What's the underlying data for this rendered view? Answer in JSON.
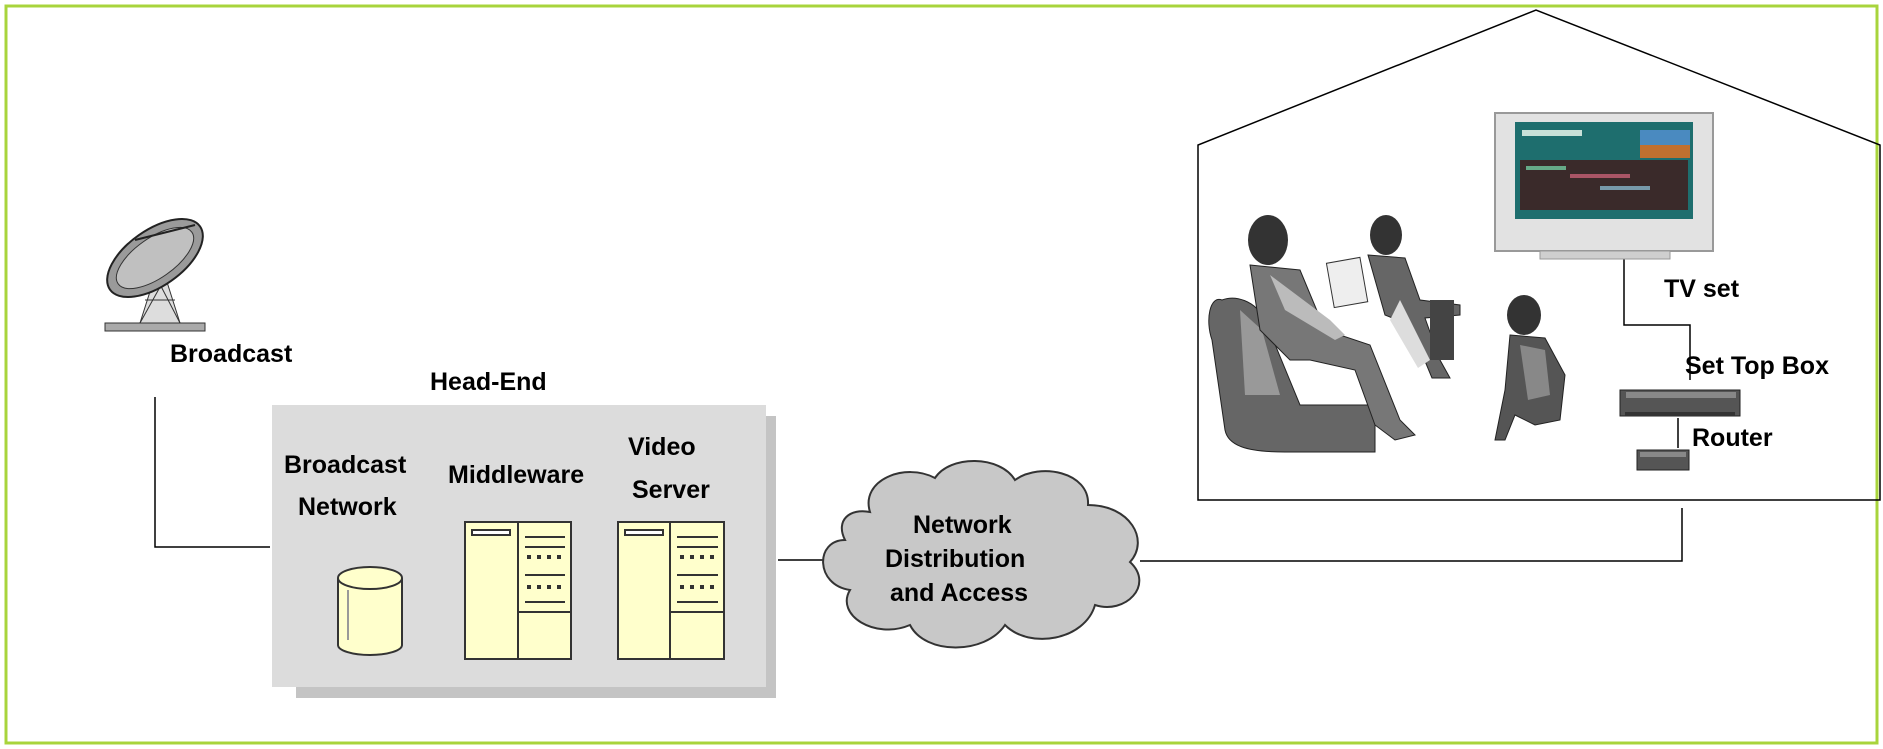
{
  "labels": {
    "broadcast": "Broadcast",
    "head_end": "Head-End",
    "broadcast_network_line1": "Broadcast",
    "broadcast_network_line2": "Network",
    "middleware": "Middleware",
    "video_server_line1": "Video",
    "video_server_line2": "Server",
    "cloud_line1": "Network",
    "cloud_line2": "Distribution",
    "cloud_line3": "and Access",
    "tv_set": "TV set",
    "set_top_box": "Set Top Box",
    "router": "Router"
  },
  "colors": {
    "frame_border": "#a8d43c",
    "headend_fill": "#dcdcdc",
    "headend_shadow": "#c4c4c4",
    "server_fill": "#ffffcc",
    "cloud_fill": "#c8c8c8",
    "line": "#000000"
  },
  "icons": {
    "satellite": "satellite-dish-icon",
    "database": "database-icon",
    "server": "server-icon",
    "cloud": "cloud-icon",
    "tv": "tv-icon",
    "set_top_box": "set-top-box-icon",
    "router": "router-icon",
    "people": "family-watching-tv-icon"
  }
}
